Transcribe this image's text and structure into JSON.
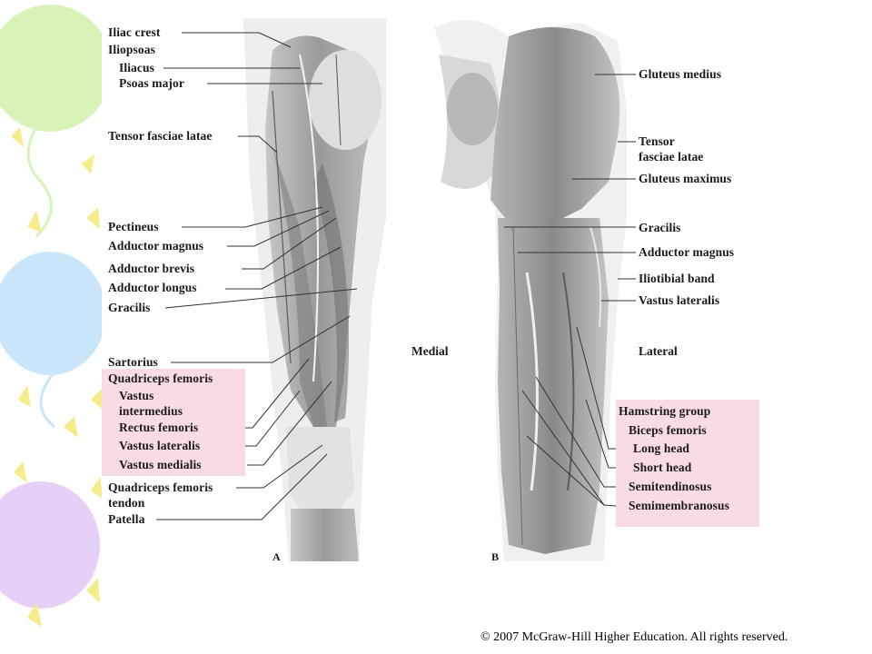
{
  "colors": {
    "balloon_green": "#d8f3b8",
    "balloon_blue": "#c9e6fb",
    "balloon_purple": "#e6d0f6",
    "confetti_yellow": "#f5ec8a",
    "highlight_pink": "#f9dbe7",
    "muscle_gray": "#8c8c8c"
  },
  "panel_a": {
    "letter": "A",
    "labels": {
      "iliac_crest": "Iliac crest",
      "iliopsoas": "Iliopsoas",
      "iliacus": "Iliacus",
      "psoas_major": "Psoas major",
      "tensor_fasciae_latae": "Tensor fasciae latae",
      "pectineus": "Pectineus",
      "adductor_magnus": "Adductor magnus",
      "adductor_brevis": "Adductor brevis",
      "adductor_longus": "Adductor longus",
      "gracilis": "Gracilis",
      "sartorius": "Sartorius",
      "quadriceps_femoris": "Quadriceps femoris",
      "vastus_intermedius_1": "Vastus",
      "vastus_intermedius_2": "intermedius",
      "rectus_femoris": "Rectus femoris",
      "vastus_lateralis": "Vastus lateralis",
      "vastus_medialis": "Vastus medialis",
      "quadriceps_tendon_1": "Quadriceps femoris",
      "quadriceps_tendon_2": "tendon",
      "patella": "Patella"
    }
  },
  "panel_b": {
    "letter": "B",
    "labels": {
      "gluteus_medius": "Gluteus medius",
      "tensor_1": "Tensor",
      "tensor_2": "fasciae latae",
      "gluteus_maximus": "Gluteus maximus",
      "gracilis": "Gracilis",
      "adductor_magnus": "Adductor magnus",
      "iliotibial_band": "Iliotibial band",
      "vastus_lateralis": "Vastus lateralis",
      "hamstring_group": "Hamstring group",
      "biceps_femoris": "Biceps femoris",
      "long_head": "Long head",
      "short_head": "Short head",
      "semitendinosus": "Semitendinosus",
      "semimembranosus": "Semimembranosus"
    }
  },
  "orientation": {
    "medial": "Medial",
    "lateral": "Lateral"
  },
  "copyright": "© 2007 McGraw-Hill Higher Education.  All rights reserved."
}
